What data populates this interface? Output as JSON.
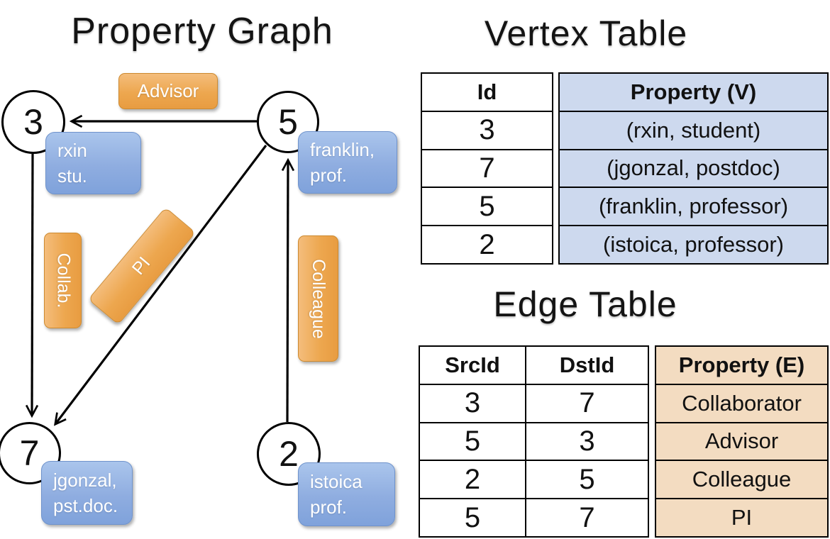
{
  "graph": {
    "title": "Property Graph",
    "vertices": [
      {
        "id": "3",
        "line1": "rxin",
        "line2": "stu."
      },
      {
        "id": "5",
        "line1": "franklin,",
        "line2": "prof."
      },
      {
        "id": "7",
        "line1": "jgonzal,",
        "line2": "pst.doc."
      },
      {
        "id": "2",
        "line1": "istoica",
        "line2": "prof."
      }
    ],
    "edges": [
      {
        "src": "5",
        "dst": "3",
        "label": "Advisor"
      },
      {
        "src": "3",
        "dst": "7",
        "label": "Collab."
      },
      {
        "src": "5",
        "dst": "7",
        "label": "PI"
      },
      {
        "src": "2",
        "dst": "5",
        "label": "Colleague"
      }
    ]
  },
  "vertex_table": {
    "title": "Vertex Table",
    "columns": [
      "Id",
      "Property (V)"
    ],
    "rows": [
      [
        "3",
        "(rxin, student)"
      ],
      [
        "7",
        "(jgonzal, postdoc)"
      ],
      [
        "5",
        "(franklin, professor)"
      ],
      [
        "2",
        "(istoica, professor)"
      ]
    ]
  },
  "edge_table": {
    "title": "Edge Table",
    "columns": [
      "SrcId",
      "DstId",
      "Property (E)"
    ],
    "rows": [
      [
        "3",
        "7",
        "Collaborator"
      ],
      [
        "5",
        "3",
        "Advisor"
      ],
      [
        "2",
        "5",
        "Colleague"
      ],
      [
        "5",
        "7",
        "PI"
      ]
    ]
  },
  "colors": {
    "edge_label_top": "#f4bd7c",
    "edge_label_bottom": "#e89c41",
    "vertex_label_top": "#aac5ec",
    "vertex_label_bottom": "#7fa2db",
    "vertex_table_cell_bg": "#cdd9ee",
    "edge_table_cell_bg": "#f3dcc1",
    "line_color": "#000000"
  }
}
